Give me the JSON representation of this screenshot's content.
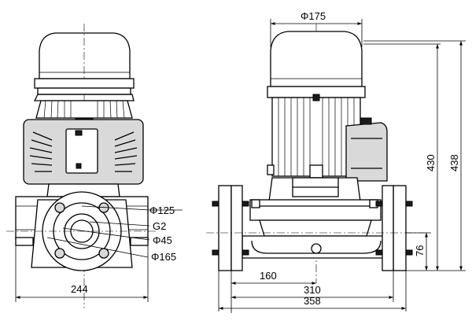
{
  "front_view": {
    "width_label": "244",
    "callouts": [
      "Φ125",
      "G2",
      "Φ45",
      "Φ165"
    ]
  },
  "side_view": {
    "motor_diameter_label": "Φ175",
    "height_labels": [
      "430",
      "438"
    ],
    "axis_height_label": "76",
    "axis_offset_label": "160",
    "length_labels": [
      "310",
      "358"
    ]
  }
}
